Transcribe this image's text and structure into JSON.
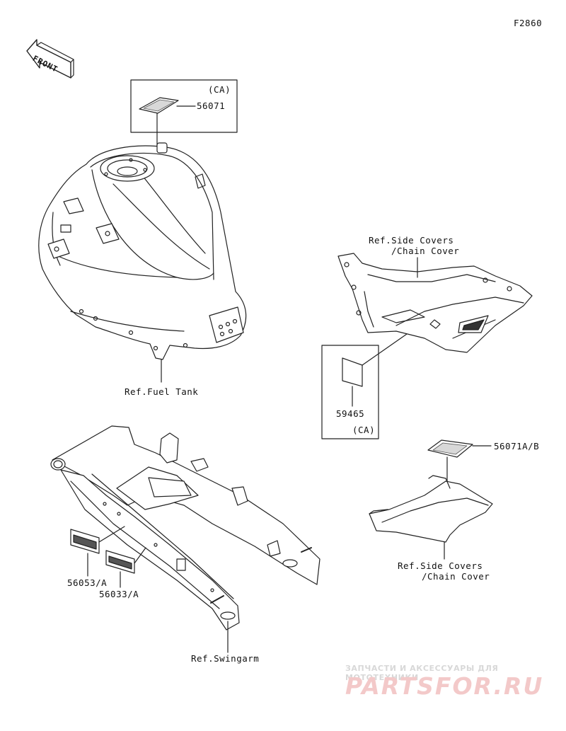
{
  "figure_code": "F2860",
  "front_arrow": "FRONT",
  "callouts": {
    "tank_box_variant": "(CA)",
    "tank_part": "56071",
    "fuel_tank_ref": "Ref.Fuel Tank",
    "side_covers_ref_top_line1": "Ref.Side Covers",
    "side_covers_ref_top_line2": "/Chain Cover",
    "side_part": "59465",
    "side_box_variant": "(CA)",
    "lower_cover_part": "56071A/B",
    "side_covers_ref_bottom_line1": "Ref.Side Covers",
    "side_covers_ref_bottom_line2": "/Chain Cover",
    "swingarm_part_1": "56053/A",
    "swingarm_part_2": "56033/A",
    "swingarm_ref": "Ref.Swingarm"
  },
  "watermark": {
    "line1": "ЗАПЧАСТИ И АКСЕССУАРЫ ДЛЯ МОТОТЕХНИКИ",
    "line2": "PARTSFOR.RU"
  }
}
